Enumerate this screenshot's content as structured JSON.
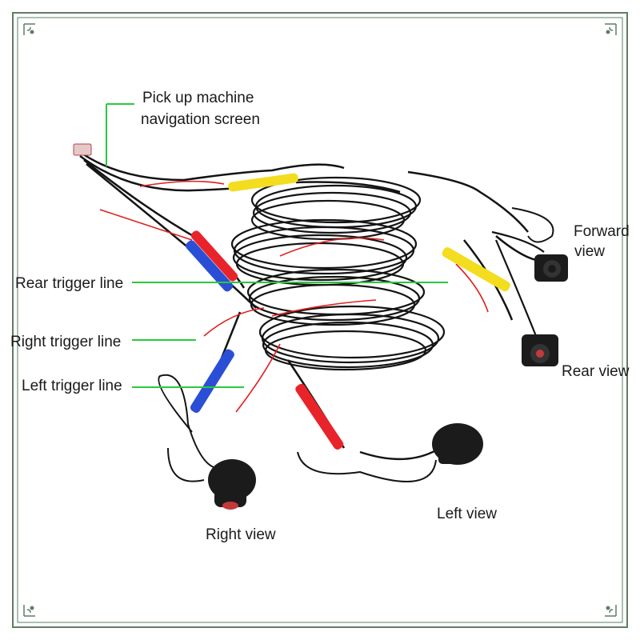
{
  "labels": {
    "pickup_line1": "Pick up machine",
    "pickup_line2": "navigation screen",
    "forward_line1": "Forward",
    "forward_line2": "view",
    "rear_trigger": "Rear trigger line",
    "right_trigger": "Right trigger line",
    "left_trigger": "Left trigger line",
    "rear_view": "Rear view",
    "left_view": "Left view",
    "right_view": "Right view"
  },
  "colors": {
    "frame": "#5e7e62",
    "callout": "#28c93c",
    "cable": "#141414",
    "red_wire": "#e01f1f",
    "yellow_plug": "#f4dc1e",
    "red_plug": "#e8242a",
    "blue_plug": "#2a4fd6",
    "camera": "#1b1b1b"
  }
}
